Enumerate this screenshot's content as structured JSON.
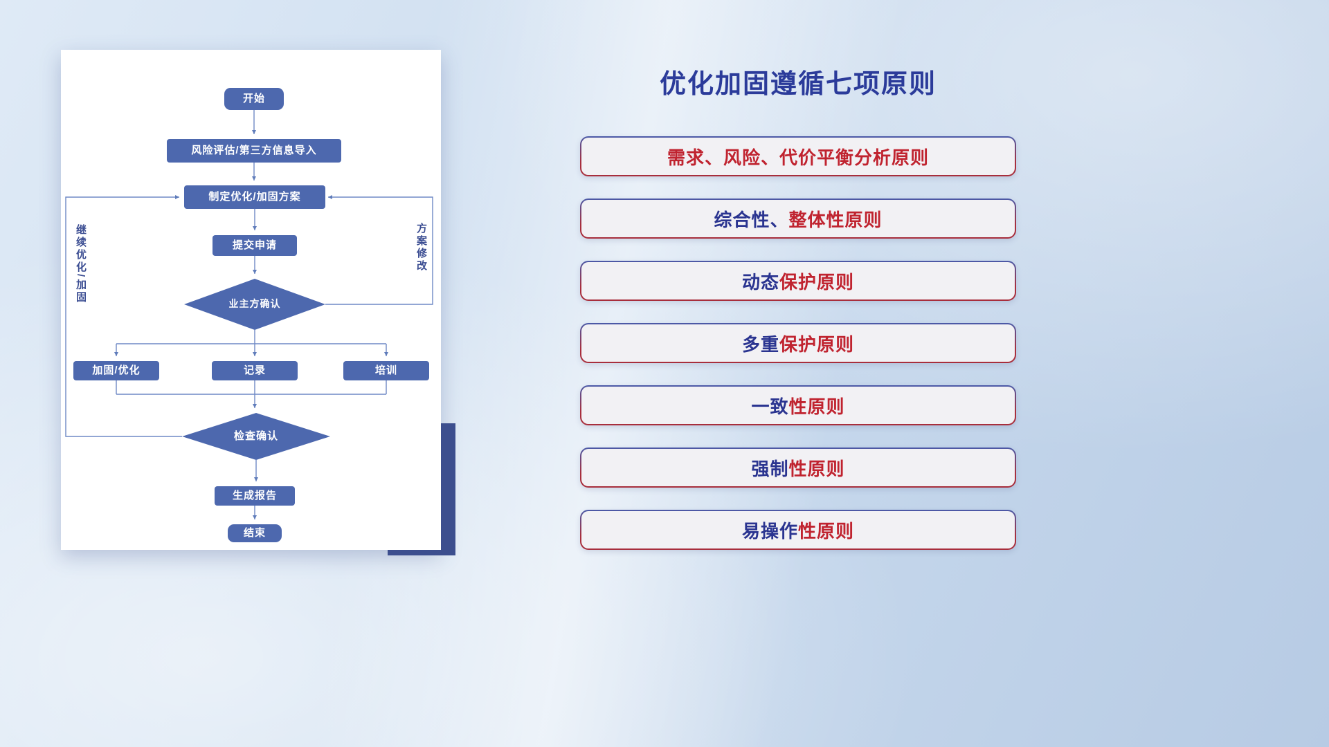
{
  "colors": {
    "node_blue": "#4d68ae",
    "connector_blue": "#6e89c5",
    "accent_navy": "#3d4f8f",
    "title_blue": "#2b3b9a",
    "principle_navy": "#2a3490",
    "principle_red": "#c0232f",
    "box_bg": "#f2f1f4"
  },
  "flowchart": {
    "nodes": {
      "start": "开始",
      "risk": "风险评估/第三方信息导入",
      "plan": "制定优化/加固方案",
      "submit": "提交申请",
      "owner_confirm": "业主方确认",
      "harden": "加固/优化",
      "record": "记录",
      "training": "培训",
      "check_confirm": "检查确认",
      "report": "生成报告",
      "end": "结束"
    },
    "labels": {
      "left_loop": "继续优化/加固",
      "right_loop": "方案修改"
    }
  },
  "principles": {
    "title": "优化加固遵循七项原则",
    "items": [
      {
        "prefix": "",
        "suffix": "需求、风险、代价平衡分析原则"
      },
      {
        "prefix": "综合性、",
        "suffix": "整体性原则"
      },
      {
        "prefix": "动态",
        "suffix": "保护原则"
      },
      {
        "prefix": "多重",
        "suffix": "保护原则"
      },
      {
        "prefix": "一致",
        "suffix": "性原则"
      },
      {
        "prefix": "强制",
        "suffix": "性原则"
      },
      {
        "prefix": "易操作",
        "suffix": "性原则"
      }
    ]
  }
}
